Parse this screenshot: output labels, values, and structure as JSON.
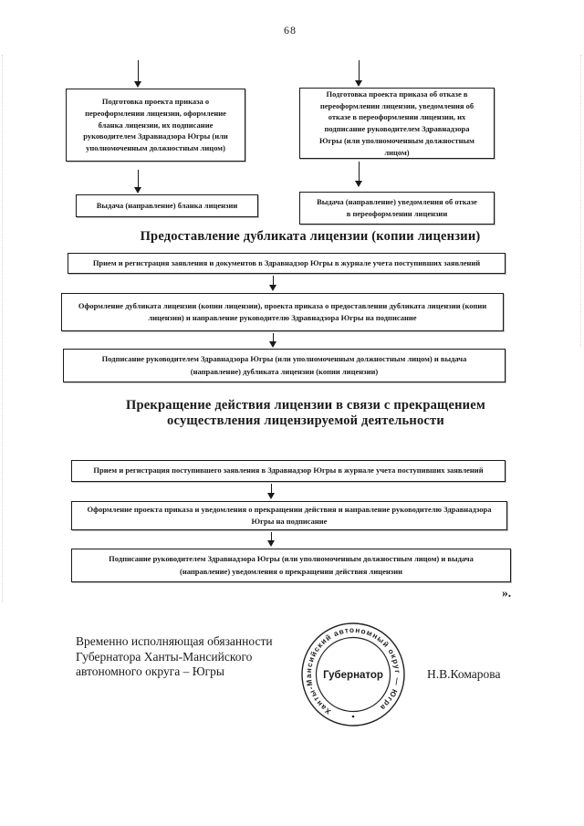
{
  "page": {
    "number": "68",
    "closing_quote": "»."
  },
  "colors": {
    "ink": "#1a1a1a",
    "paper": "#ffffff"
  },
  "reissue_flow": {
    "left_steps": [
      "Подготовка проекта приказа о переоформлении лицензии, оформление бланка лицензии, их подписание руководителем Здравнадзора Югры (или уполномоченным должностным лицом)",
      "Выдача (направление) бланка лицензии"
    ],
    "right_steps": [
      "Подготовка проекта приказа об отказе в переоформлении лицензии, уведомления об отказе в переоформлении лицензии, их подписание руководителем Здравнадзора Югры (или уполномоченным должностным лицом)",
      "Выдача (направление) уведомления об отказе в переоформлении лицензии"
    ]
  },
  "duplicate_section": {
    "title": "Предоставление дубликата лицензии (копии лицензии)",
    "steps": [
      "Прием и регистрация заявления и документов в Здравнадзор Югры в журнале учета поступивших заявлений",
      "Оформление дубликата лицензии (копии лицензии), проекта приказа о предоставлении дубликата лицензии (копии лицензии) и направление руководителю Здравнадзора Югры на подписание",
      "Подписание руководителем Здравнадзора Югры (или уполномоченным должностным лицом) и выдача (направление) дубликата лицензии (копии лицензии)"
    ]
  },
  "termination_section": {
    "title_line1": "Прекращение действия лицензии в связи с прекращением",
    "title_line2": "осуществления лицензируемой деятельности",
    "steps": [
      "Прием и регистрация поступившего заявления в Здравнадзор Югры в журнале учета поступивших заявлений",
      "Оформление проекта приказа и уведомления о прекращении действия и направление руководителю Здравнадзора Югры на подписание",
      "Подписание руководителем Здравнадзора Югры (или уполномоченным должностным лицом) и выдача (направление) уведомления о прекращении действия лицензии"
    ]
  },
  "signature": {
    "position_lines": [
      "Временно исполняющая обязанности",
      "Губернатора Ханты-Мансийского",
      "автономного округа – Югры"
    ],
    "name": "Н.В.Комарова"
  },
  "stamp": {
    "ring_text": "Ханты-Мансийский автономный округ — Югра",
    "center_text": "Губернатор"
  }
}
